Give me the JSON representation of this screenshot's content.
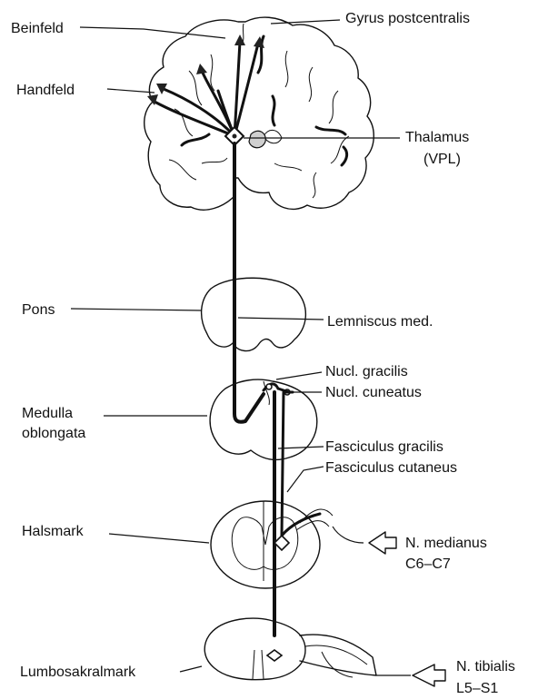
{
  "labels": {
    "beinfeld": "Beinfeld",
    "gyrus_postcentralis": "Gyrus postcentralis",
    "handfeld": "Handfeld",
    "thalamus": "Thalamus",
    "vpl": "(VPL)",
    "pons": "Pons",
    "lemniscus_med": "Lemniscus med.",
    "nucl_gracilis": "Nucl. gracilis",
    "nucl_cuneatus": "Nucl. cuneatus",
    "medulla": "Medulla",
    "oblongata": "oblongata",
    "fasciculus_gracilis": "Fasciculus gracilis",
    "fasciculus_cutaneus": "Fasciculus cutaneus",
    "halsmark": "Halsmark",
    "n_medianus": "N. medianus",
    "c6_c7": "C6–C7",
    "lumbosakralmark": "Lumbosakralmark",
    "n_tibialis": "N. tibialis",
    "l5_s1": "L5–S1"
  }
}
